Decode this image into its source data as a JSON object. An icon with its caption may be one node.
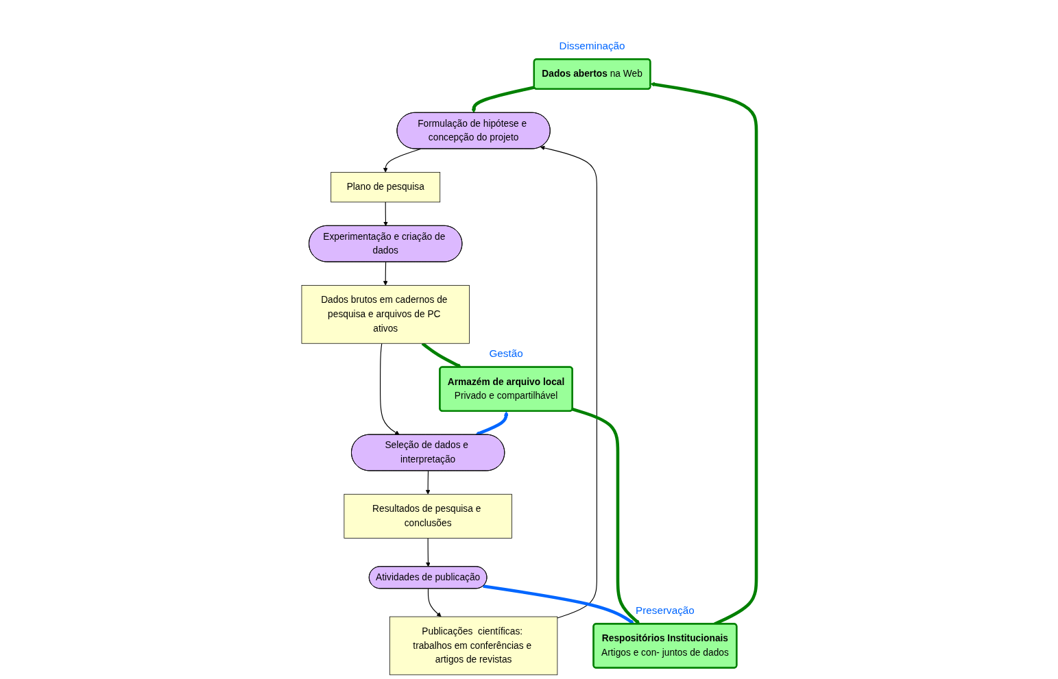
{
  "diagram": {
    "nodes": [
      {
        "text": [
          "**Dados abertos** na Web"
        ],
        "beside": [
          "Disseminação"
        ]
      },
      {
        "text": [
          "Publicações  científicas: trabalhos em conferências e artigos de revistas"
        ]
      },
      {
        "text": [
          "Respositórios Institucionais",
          "Artigos e con- juntos de dados"
        ],
        "beside": [
          "Preservação"
        ]
      },
      {
        "text": [
          "Formulação de hipótese e concepção do projeto"
        ]
      },
      {
        "text": [
          "Atividades de publicação"
        ]
      },
      {
        "text": [
          "Plano de pesquisa"
        ]
      },
      {
        "text": [
          "Resultados de pesquisa e conclusões"
        ]
      },
      {
        "text": [
          "Experimentação e criação de dados"
        ]
      },
      {
        "text": [
          "Seleção de dados e interpretação"
        ]
      },
      {
        "text": [
          "Armazém de arquivo local",
          "Privado e compartilhável"
        ],
        "beside": [
          "Gestão"
        ]
      },
      {
        "text": [
          "Dados brutos em cadernos de pesquisa e arquivos de PC ativos"
        ]
      }
    ],
    "edges": [
      {
        "from": 0,
        "to": 3,
        "arrow": "to",
        "style": "thick",
        "color": "#008000"
      },
      {
        "from": 1,
        "to": 3,
        "arrow": "to"
      },
      {
        "from": 4,
        "to": 1,
        "arrow": "to"
      },
      {
        "from": 4,
        "to": 2,
        "arrow": "to",
        "style": "thick",
        "color": "#0066ff"
      },
      {
        "from": 2,
        "to": 0,
        "arrow": "to",
        "style": "thick",
        "color": "#008000"
      },
      {
        "from": 3,
        "to": 5,
        "arrow": "to"
      },
      {
        "from": 5,
        "to": 7,
        "arrow": "to"
      },
      {
        "from": 7,
        "to": 10,
        "arrow": "to"
      },
      {
        "from": 10,
        "to": 8,
        "arrow": "to"
      },
      {
        "from": 8,
        "to": 6,
        "arrow": "to"
      },
      {
        "from": 6,
        "to": 4,
        "arrow": "to"
      },
      {
        "from": 9,
        "to": 8,
        "arrow": "both",
        "style": "thick",
        "color": "#0066ff"
      },
      {
        "from": 10,
        "to": 9,
        "arrow": "to",
        "style": "thick",
        "color": "#008000"
      },
      {
        "from": 9,
        "to": 2,
        "arrow": "to",
        "style": "thick",
        "color": "#008000"
      }
    ]
  }
}
